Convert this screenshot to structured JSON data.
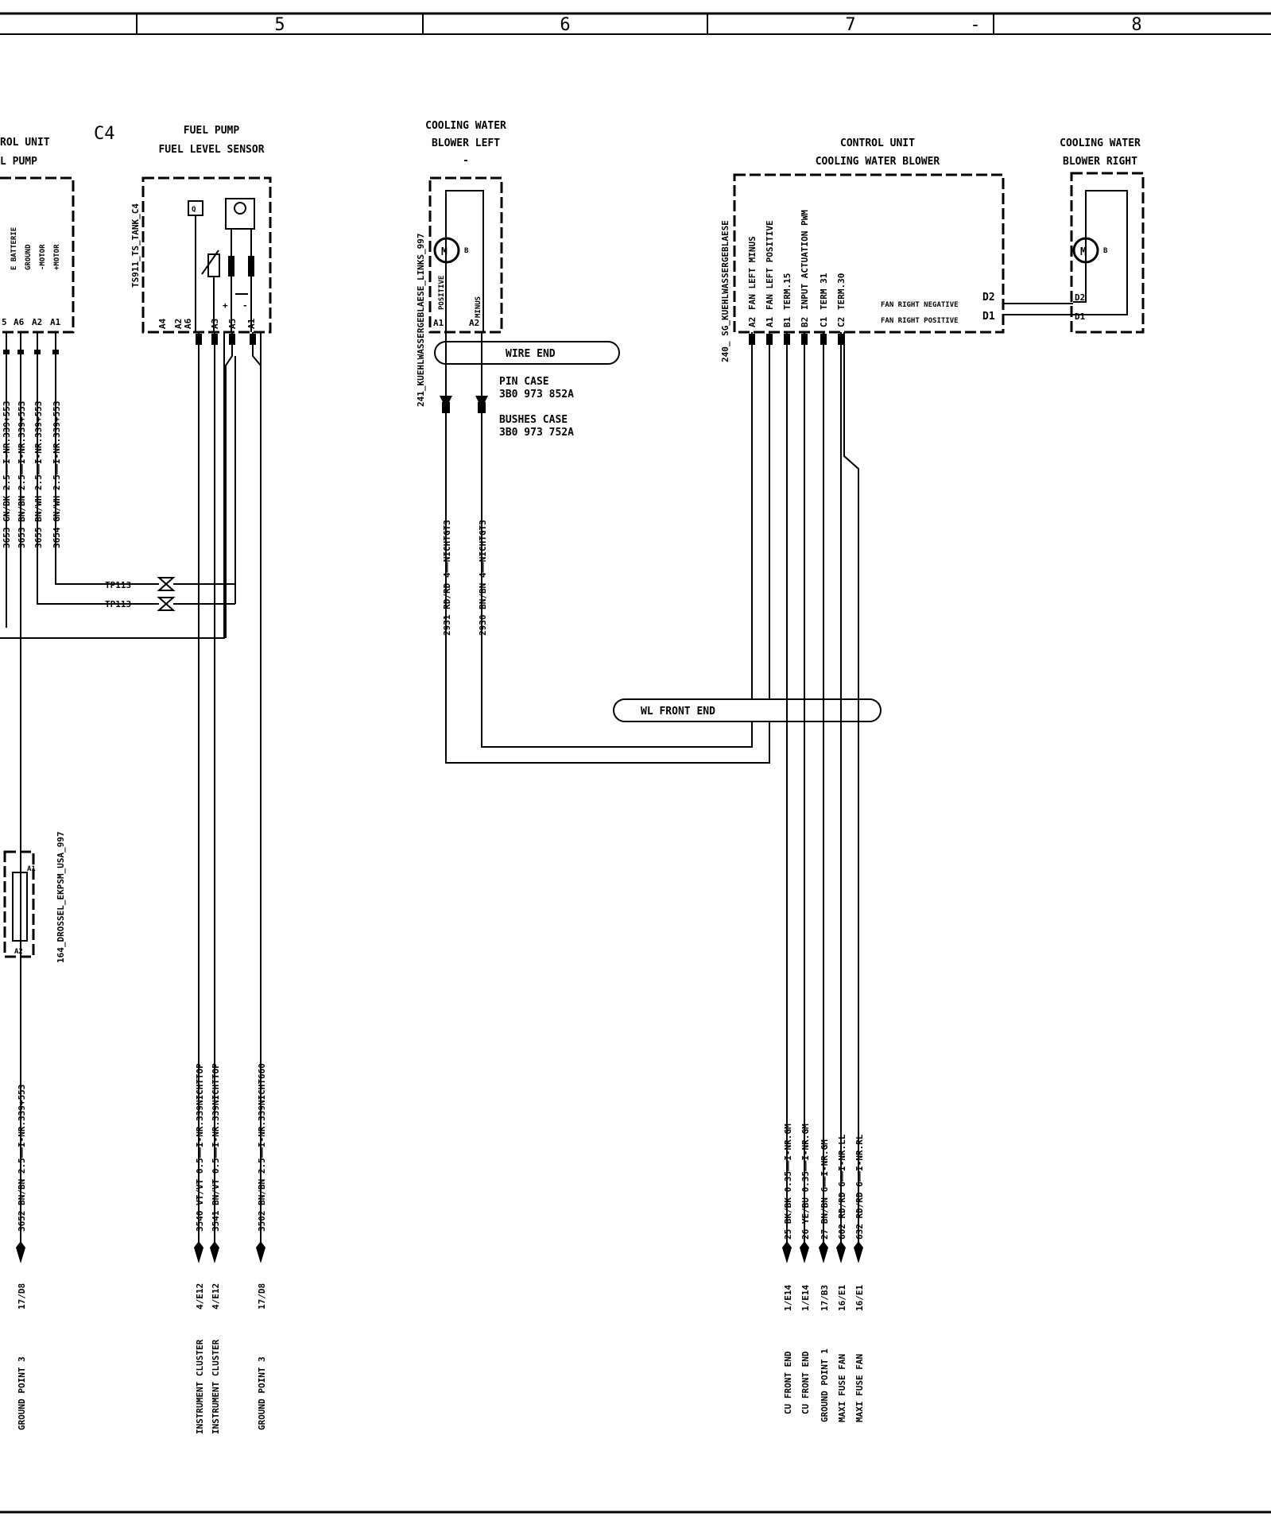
{
  "grid_columns": [
    "5",
    "6",
    "7",
    "-",
    "8"
  ],
  "components": {
    "control_unit_fuel_pump": {
      "title1": "ROL UNIT",
      "title2": "L PUMP",
      "pins": [
        "5",
        "A6",
        "A2",
        "A1"
      ],
      "pin_labels": [
        "E BATTERIE",
        "GROUND",
        "-MOTOR",
        "+MOTOR"
      ]
    },
    "fuel_pump": {
      "grid_ref": "C4",
      "title1": "FUEL PUMP",
      "title2": "FUEL LEVEL SENSOR",
      "side_label": "TS911_TS_TANK_C4",
      "pins": [
        "A4",
        "A2",
        "A6",
        "A3",
        "A5",
        "A1"
      ],
      "symbols": [
        "+",
        "-"
      ]
    },
    "blower_left": {
      "title1": "COOLING WATER",
      "title2": "BLOWER LEFT",
      "title3": "-",
      "side_label": "241_KUEHLWASSERGEBLAESE_LINKS_997",
      "pins": [
        "A1",
        "A2"
      ],
      "pin_labels": [
        "POSITIVE",
        "MINUS"
      ],
      "motor": "M"
    },
    "control_unit_blower": {
      "title1": "CONTROL UNIT",
      "title2": "COOLING WATER BLOWER",
      "side_label": "240_ SG_KUEHLWASSERGEBLAESE",
      "pins": [
        "A2",
        "A1",
        "B1",
        "B2",
        "C1",
        "C2"
      ],
      "pin_labels": [
        "FAN LEFT MINUS",
        "FAN LEFT POSITIVE",
        "TERM.15",
        "INPUT ACTUATION PWM",
        "TERM 31",
        "TERM.30"
      ],
      "right_pins": [
        "D2",
        "D1"
      ],
      "right_labels": [
        "FAN RIGHT NEGATIVE",
        "FAN RIGHT POSITIVE"
      ]
    },
    "blower_right": {
      "title1": "COOLING WATER",
      "title2": "BLOWER RIGHT",
      "pins": [
        "D2",
        "D1"
      ],
      "motor": "M"
    },
    "choke": {
      "side_label": "164_DROSSEL_EKPSM_USA_997",
      "pins": [
        "A1",
        "A2"
      ]
    }
  },
  "connectors": {
    "wire_end": "WIRE END",
    "pin_case": "PIN CASE",
    "pin_case_part": "3B0 973 852A",
    "bushes_case": "BUSHES  CASE",
    "bushes_case_part": "3B0 973 752A",
    "wl_front_end": "WL FRONT END",
    "tp": [
      "TP113",
      "TP113"
    ]
  },
  "upper_wires": [
    "3653 GN/BK 2.5——I-NR.339+553",
    "3653 BN/BN 2.5——I-NR.339+553",
    "3655 BN/WH 2.5——I-NR.339+553",
    "3654 GN/WH 2.5——I-NR.339+553"
  ],
  "blower_wires": [
    "2931 RD/RD 4——NICHTGT3",
    "2930 BN/BN 4——NICHTGT3"
  ],
  "bottom_left_wires": [
    {
      "label": "3652 BN/BN 2.5——I-NR.339+553",
      "ref": "17/D8",
      "dest": "GROUND POINT 3"
    },
    {
      "label": "3540 VT/VT 0.5——I-NR.339NICHTTOP",
      "ref": "4/E12",
      "dest": "INSTRUMENT CLUSTER"
    },
    {
      "label": "3541 BN/VT 0.5——I-NR.339NICHTTOP",
      "ref": "4/E12",
      "dest": "INSTRUMENT CLUSTER"
    },
    {
      "label": "3502 BN/BN 2.5——I-NR.339NICHT660",
      "ref": "17/D8",
      "dest": "GROUND POINT 3"
    }
  ],
  "bottom_right_wires": [
    {
      "label": "25 BK/BK 0.35——I-NR.GM",
      "ref": "1/E14",
      "dest": "CU FRONT END"
    },
    {
      "label": "26 YE/BU 0.35——I-NR.GM",
      "ref": "1/E14",
      "dest": "CU FRONT END"
    },
    {
      "label": "27 BN/BN 6——I-NR.GM",
      "ref": "17/B3",
      "dest": "GROUND POINT 1"
    },
    {
      "label": "602 RD/RD 6——I-NR.LL",
      "ref": "16/E1",
      "dest": "MAXI FUSE FAN"
    },
    {
      "label": "632 RD/RD 6——I-NR.RL",
      "ref": "16/E1",
      "dest": "MAXI FUSE FAN"
    }
  ]
}
